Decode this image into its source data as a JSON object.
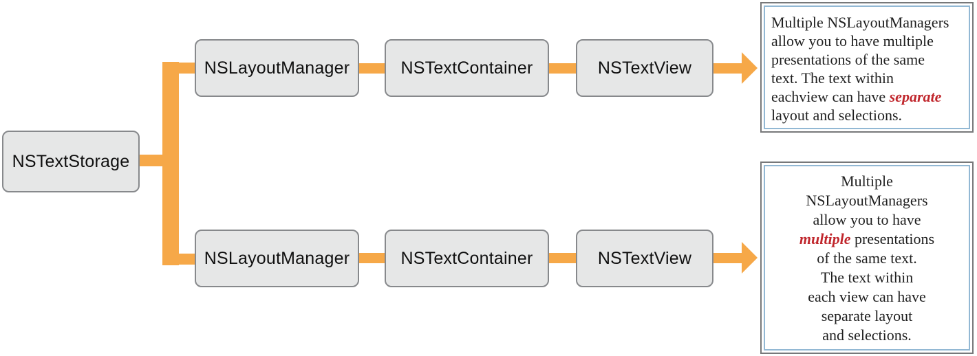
{
  "diagram": {
    "nodes": {
      "root": "NSTextStorage",
      "top_row": [
        "NSLayoutManager",
        "NSTextContainer",
        "NSTextView"
      ],
      "bottom_row": [
        "NSLayoutManager",
        "NSTextContainer",
        "NSTextView"
      ]
    },
    "notes": {
      "top": {
        "align": "left",
        "lines": [
          "Multiple NSLayoutManagers",
          "allow you to have multiple",
          "presentations of the same",
          "text. The text within",
          {
            "pre": "eachview can have ",
            "em": "separate"
          },
          "layout and selections."
        ]
      },
      "bottom": {
        "align": "center",
        "lines": [
          "Multiple",
          "NSLayoutManagers",
          "allow you to have",
          {
            "em": "multiple",
            "post": " presentations"
          },
          "of the same text.",
          "The text within",
          "each view can have",
          "separate layout",
          "and selections."
        ]
      }
    },
    "colors": {
      "connector_orange": "#F6A848",
      "node_fill": "#E6E7E7",
      "node_border": "#87898C",
      "emphasis_red": "#C0262C",
      "note_outer_border": "#77787A",
      "note_inner_border": "#92B8D4"
    }
  }
}
